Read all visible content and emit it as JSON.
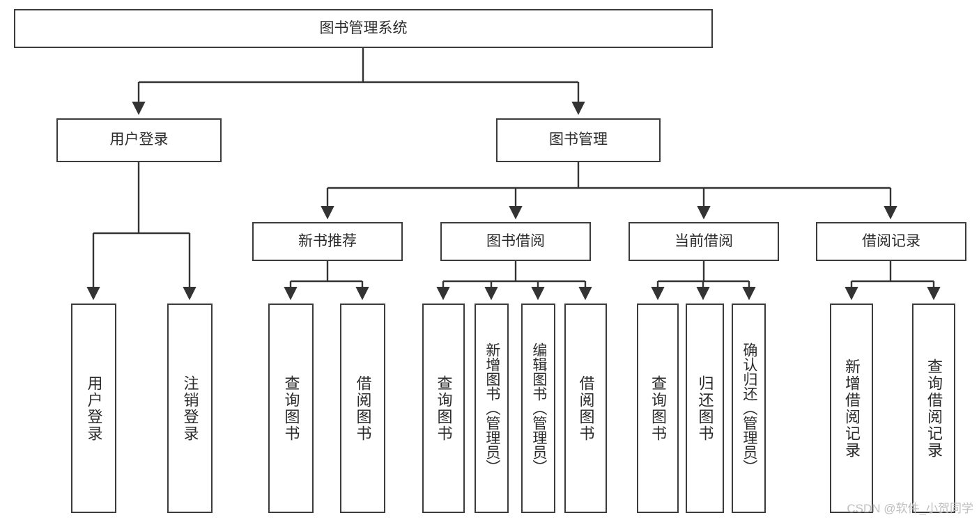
{
  "diagram": {
    "type": "tree-hierarchy",
    "title": "图书管理系统",
    "orientation": "top-down",
    "colors": {
      "box_border": "#3c3c3c",
      "box_fill": "#ffffff",
      "connector": "#333333",
      "text": "#2b2b2b",
      "watermark": "#bfbfbf",
      "background": "#ffffff"
    }
  },
  "nodes": {
    "root": {
      "label": "图书管理系统"
    },
    "tier1": [
      {
        "id": "user-login",
        "label": "用户登录"
      },
      {
        "id": "book-manage",
        "label": "图书管理"
      }
    ],
    "tier2": [
      {
        "id": "new-book-recommend",
        "label": "新书推荐"
      },
      {
        "id": "book-borrow",
        "label": "图书借阅"
      },
      {
        "id": "current-borrow",
        "label": "当前借阅"
      },
      {
        "id": "borrow-record",
        "label": "借阅记录"
      }
    ],
    "leaves": {
      "user_login": [
        {
          "id": "leaf-user-login",
          "label": "用户登录"
        },
        {
          "id": "leaf-user-logout",
          "label": "注销登录"
        }
      ],
      "new_book_recommend": [
        {
          "id": "leaf-query-book-1",
          "label": "查询图书"
        },
        {
          "id": "leaf-borrow-book-1",
          "label": "借阅图书"
        }
      ],
      "book_borrow": [
        {
          "id": "leaf-query-book-2",
          "label": "查询图书"
        },
        {
          "id": "leaf-add-book",
          "label": "新增图书（管理员）"
        },
        {
          "id": "leaf-edit-book",
          "label": "编辑图书（管理员）"
        },
        {
          "id": "leaf-borrow-book-2",
          "label": "借阅图书"
        }
      ],
      "current_borrow": [
        {
          "id": "leaf-query-book-3",
          "label": "查询图书"
        },
        {
          "id": "leaf-return-book",
          "label": "归还图书"
        },
        {
          "id": "leaf-confirm-return",
          "label": "确认归还（管理员）"
        }
      ],
      "borrow_record": [
        {
          "id": "leaf-add-record",
          "label": "新增借阅记录"
        },
        {
          "id": "leaf-query-record",
          "label": "查询借阅记录"
        }
      ]
    }
  },
  "watermark": {
    "text": "CSDN @软件_小贺同学"
  }
}
